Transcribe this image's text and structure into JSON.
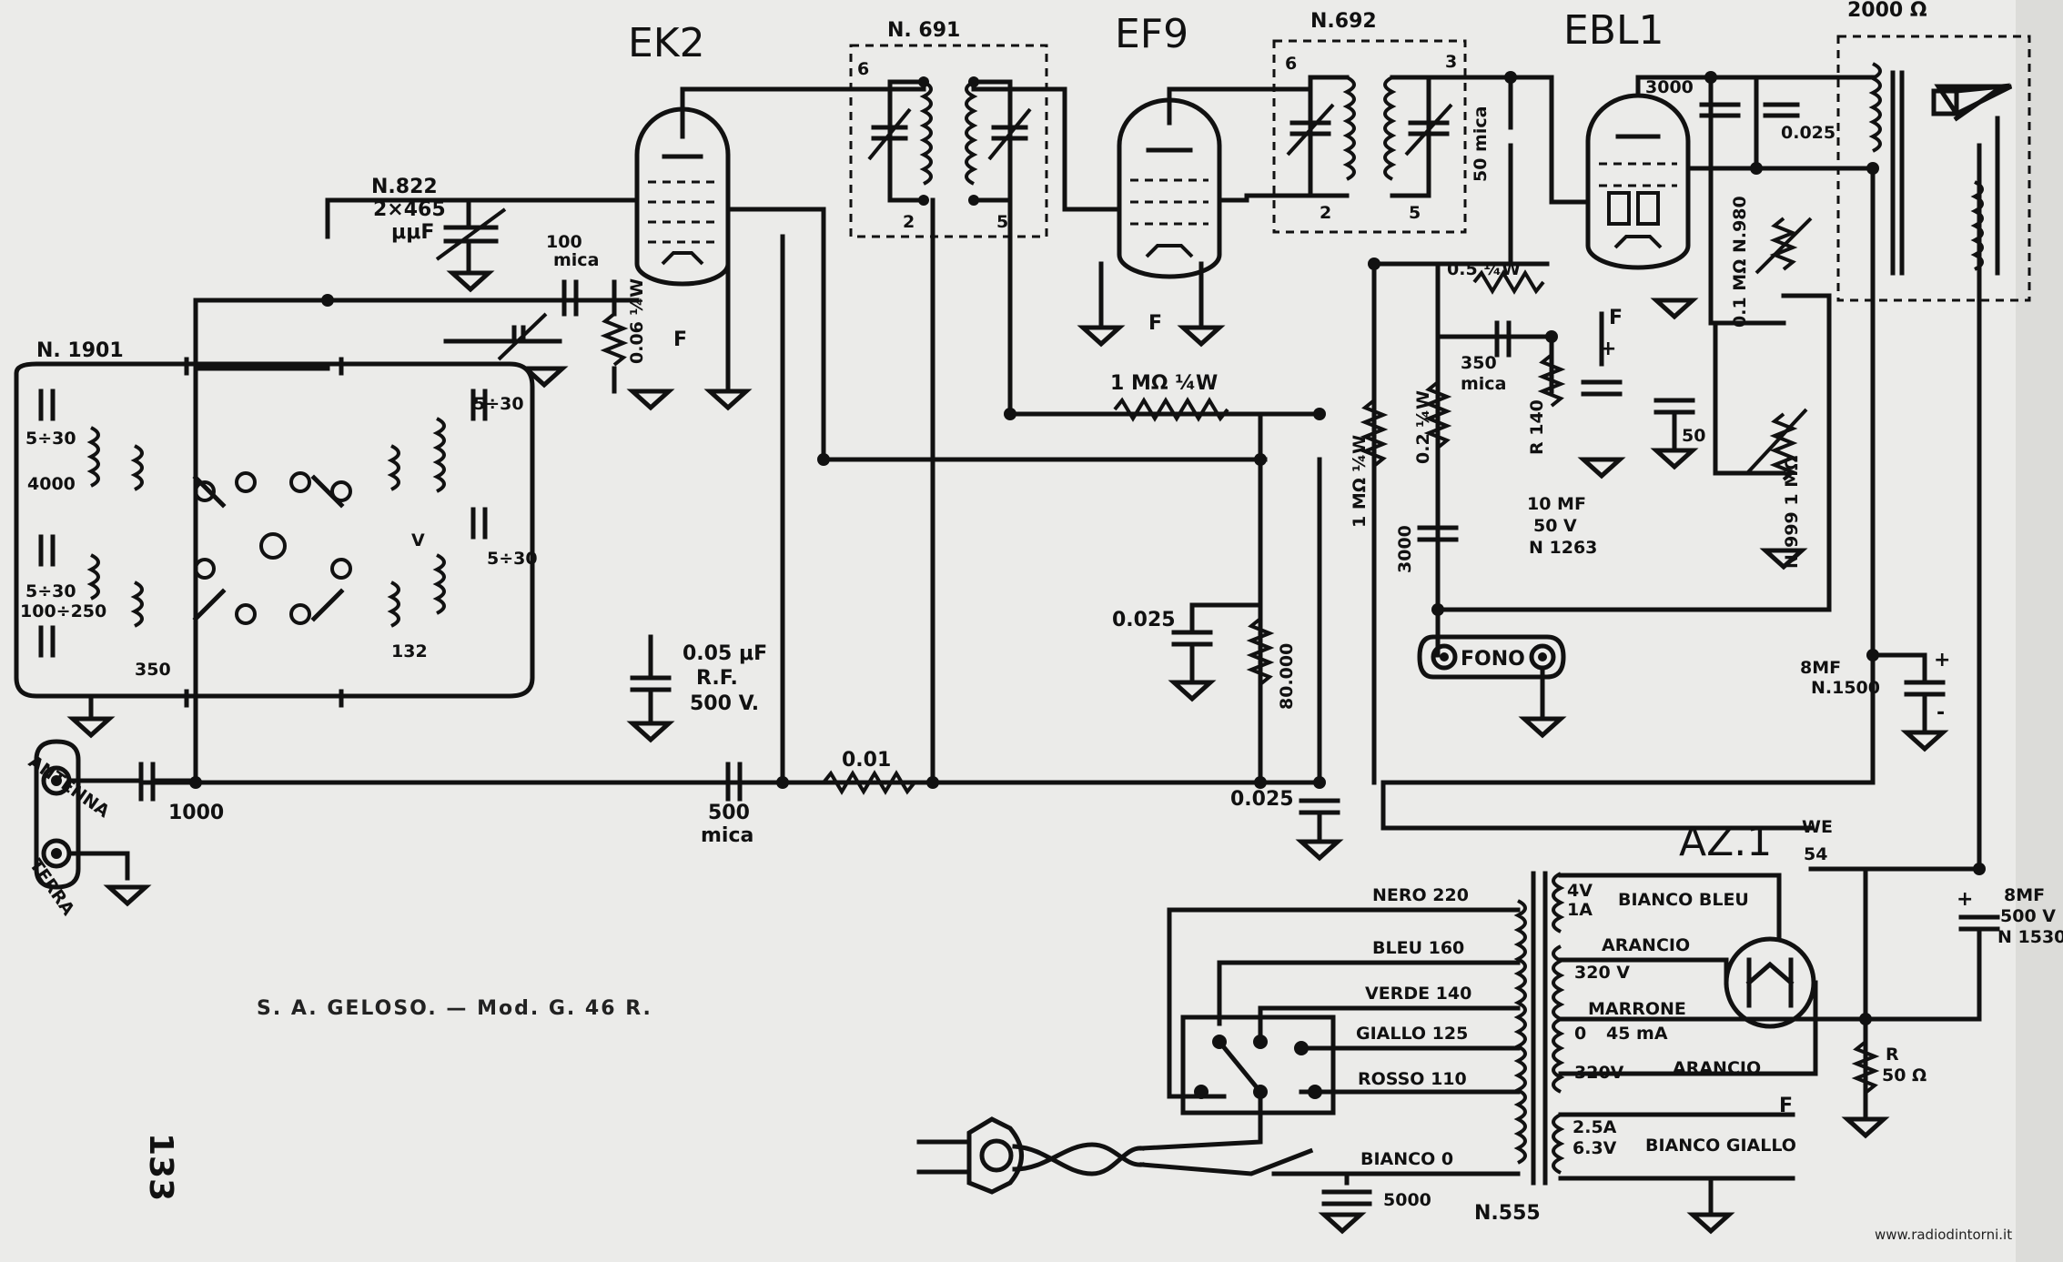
{
  "tubes": {
    "ek2": "EK2",
    "ef9": "EF9",
    "ebl1": "EBL1",
    "az1": "AZ.1",
    "az1_note_top": "WE",
    "az1_note_bottom": "54"
  },
  "transformers": {
    "if1": "N. 691",
    "if1_pins": [
      "6",
      "2",
      "5"
    ],
    "if2": "N.692",
    "if2_pins": [
      "6",
      "3",
      "2",
      "5"
    ],
    "output": "2000 Ω",
    "coil_unit": "N. 1901",
    "power": "N.555"
  },
  "labels": {
    "n822": "N.822",
    "n822_value": "2×465",
    "n822_unit": "μμF",
    "c100mica": "100",
    "mica": "mica",
    "r006": "0.06 ¼W",
    "trim1": "5÷30",
    "c4000": "4000",
    "trim2": "5÷30",
    "c100_250": "100÷250",
    "c350": "350",
    "trim3": "5÷30",
    "trim4": "5÷30",
    "c132": "132",
    "v_mark": "V",
    "rf_cap": "0.05 μF",
    "rf": "R.F.",
    "rf_volt": "500 V.",
    "c1000": "1000",
    "c500": "500",
    "c500_mica": "mica",
    "r001": "0.01",
    "r1m": "1 MΩ ¼W",
    "c0025a": "0.025",
    "r80000": "80.000",
    "c0025b": "0.025",
    "c50mica": "50 mica",
    "r05": "0.5 ¼W",
    "c350mica": "350",
    "r140": "R 140",
    "c10mf": "10 MF",
    "c10mf_v": "50 V",
    "c10mf_n": "N 1263",
    "r1m_b": "1 MΩ ¼W",
    "r02": "0.2 ¼W",
    "c3000": "3000",
    "c50": "50",
    "pot1": "N.999 1 MΩ",
    "c3000b": "3000",
    "c0025c": "0.025",
    "pot2": "0.1 MΩ N.980",
    "fono": "FONO",
    "c8mf_a": "8MF",
    "c8mf_a_n": "N.1500",
    "c8mf_b": "8MF",
    "c8mf_b_v": "500 V",
    "c8mf_b_n": "N 1530",
    "antenna": "ANTENNA",
    "terra": "TERRA",
    "f": "F",
    "plus": "+",
    "minus": "-"
  },
  "mains_taps": [
    "NERO 220",
    "BLEU 160",
    "VERDE 140",
    "GIALLO 125",
    "ROSSO 110",
    "BIANCO 0"
  ],
  "secondary": {
    "s1a": "4V",
    "s1b": "1A",
    "s1c": "BIANCO BLEU",
    "s2a": "ARANCIO",
    "s2b": "320 V",
    "s3a": "MARRONE",
    "s3b": "0",
    "s3c": "45 mA",
    "s4a": "320V",
    "s4b": "ARANCIO",
    "s5a": "2.5A",
    "s5b": "6.3V",
    "s5c": "BIANCO GIALLO",
    "f": "F"
  },
  "r50": "R",
  "r50_value": "50 Ω",
  "c5000": "5000",
  "caption": "S. A. GELOSO. — Mod. G. 46 R.",
  "page_number": "133",
  "watermark": "www.radiodintorni.it"
}
